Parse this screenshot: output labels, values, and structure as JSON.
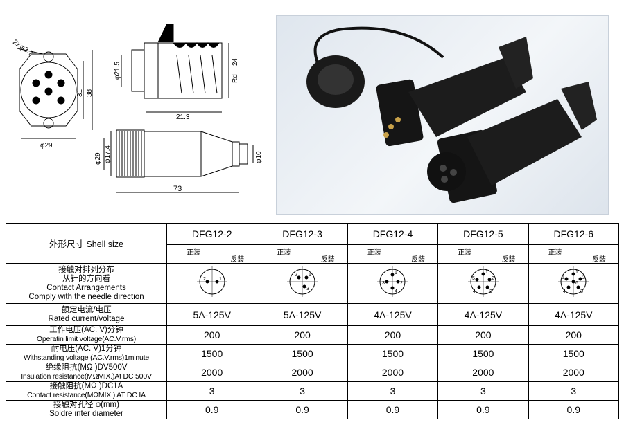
{
  "drawing": {
    "front_view": {
      "hole": "2Xφ3.7",
      "height_inner": "31",
      "height_outer": "38",
      "width": "φ29"
    },
    "side_view": {
      "dia": "φ21.5",
      "length": "21.3",
      "thread": "Rd",
      "thread_dia": "24"
    },
    "plug_view": {
      "dia_outer": "φ29",
      "dia_inner": "φ17.4",
      "dia_end": "φ10",
      "length": "73"
    }
  },
  "photo": {
    "icon": "connector-photo-icon"
  },
  "table": {
    "shell_size_label": "外形尺寸 Shell size",
    "models": [
      "DFG12-2",
      "DFG12-3",
      "DFG12-4",
      "DFG12-5",
      "DFG12-6"
    ],
    "sub_labels": {
      "front": "正装",
      "reverse": "反装"
    },
    "rows": [
      {
        "cn": "接触对排列分布",
        "cn2": "从针的方向看",
        "en": "Contact Arrangements",
        "en2": "Comply with the needle direction",
        "values": []
      },
      {
        "cn": "额定电流/电压",
        "en": "Rated current/voltage",
        "values": [
          "5A-125V",
          "5A-125V",
          "4A-125V",
          "4A-125V",
          "4A-125V"
        ]
      },
      {
        "cn": "工作电压(AC. V)分钟",
        "en": "Operatin limit voltage(AC.V.rms)",
        "values": [
          "200",
          "200",
          "200",
          "200",
          "200"
        ]
      },
      {
        "cn": "耐电压(AC. V)1分钟",
        "en": "Withstanding voltage (AC.V.rms)1minute",
        "values": [
          "1500",
          "1500",
          "1500",
          "1500",
          "1500"
        ]
      },
      {
        "cn": "绝缘阻抗(MΩ )DV500V",
        "en": "Insulation resistance(MΩMIX.)At DC 500V",
        "values": [
          "2000",
          "2000",
          "2000",
          "2000",
          "2000"
        ]
      },
      {
        "cn": "接触阻抗(MΩ )DC1A",
        "en": "Contact resistance(MΩMIX.) AT DC IA",
        "values": [
          "3",
          "3",
          "3",
          "3",
          "3"
        ]
      },
      {
        "cn": "接触对孔径 φ(mm)",
        "en": "Soldre inter diameter",
        "values": [
          "0.9",
          "0.9",
          "0.9",
          "0.9",
          "0.9"
        ]
      }
    ],
    "pin_numbers": {
      "p2": [
        "1",
        "2"
      ],
      "p3": [
        "1",
        "2",
        "3"
      ],
      "p4": [
        "1",
        "2",
        "3",
        "4"
      ],
      "p5": [
        "1",
        "2",
        "3",
        "4",
        "5"
      ],
      "p6": [
        "1",
        "2",
        "3",
        "4",
        "5",
        "6"
      ]
    }
  }
}
